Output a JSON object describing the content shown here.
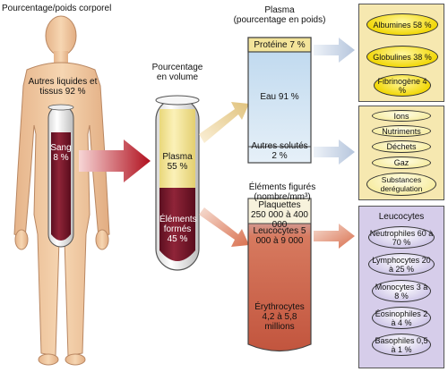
{
  "body": {
    "title": "Pourcentage/poids corporel",
    "other": "Autres liquides et tissus 92 %",
    "blood": "Sang 8 %"
  },
  "tube": {
    "title": "Pourcentage en volume",
    "plasma": "Plasma 55 %",
    "formed": "Éléments formés 45 %"
  },
  "plasma_box": {
    "title": "Plasma",
    "subtitle": "(pourcentage en poids)",
    "protein": "Protéine 7 %",
    "water": "Eau 91 %",
    "other_solutes": "Autres solutés 2 %"
  },
  "proteins": [
    "Albumines 58 %",
    "Globulines 38 %",
    "Fibrinogène 4 %"
  ],
  "solutes": [
    "Ions",
    "Nutriments",
    "Déchets",
    "Gaz",
    "Substances derégulation"
  ],
  "formed_box": {
    "title": "Éléments figurés (nombre/mm³)",
    "platelets": "Plaquettes 250 000 à 400 000",
    "leukocytes": "Leucocytes 5 000 à 9 000",
    "erythrocytes": "Érythrocytes 4,2 à 5,8 millions"
  },
  "leuko_panel": {
    "title": "Leucocytes",
    "items": [
      "Neutrophiles 60 à 70 %",
      "Lymphocytes 20 à 25 %",
      "Monocytes 3 à 8 %",
      "Éosinophiles 2 à 4 %",
      "Basophiles 0,5 à 1 %"
    ]
  },
  "colors": {
    "plasma": "#f3e9a8",
    "blood": "#7a1b2e",
    "skin": "#f0c9a0",
    "panel_yellow": "#f6e8b0",
    "panel_violet": "#d6cdea",
    "box_blue": "#cfe3f3",
    "box_red": "#d9705a"
  }
}
